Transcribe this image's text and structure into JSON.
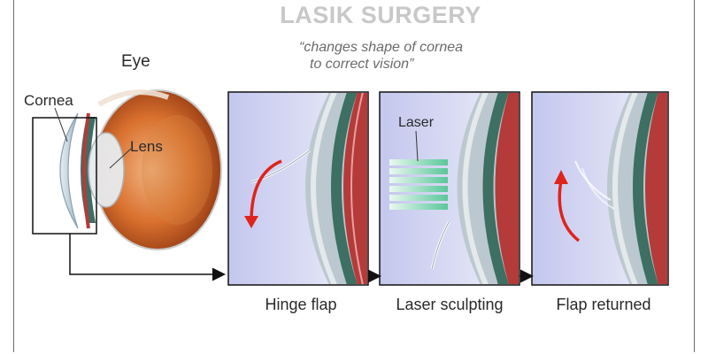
{
  "title": "LASIK SURGERY",
  "subtitle_line1": "“changes shape of cornea",
  "subtitle_line2": "to correct vision”",
  "labels": {
    "eye": "Eye",
    "cornea": "Cornea",
    "lens": "Lens",
    "laser": "Laser"
  },
  "steps": [
    {
      "caption": "Hinge flap"
    },
    {
      "caption": "Laser sculpting"
    },
    {
      "caption": "Flap returned"
    }
  ],
  "colors": {
    "arrow_red": "#e0231c",
    "panel_bg": "#cfd2f0",
    "iris_green": "#3d6f63",
    "tissue_red": "#b53a3a",
    "laser_green": "#8fd8b8"
  }
}
